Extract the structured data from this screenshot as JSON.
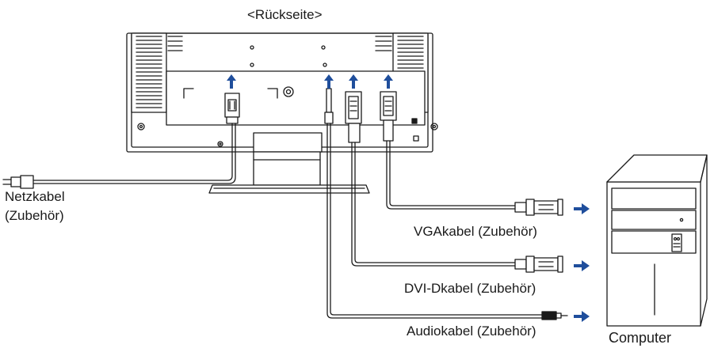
{
  "title": "<Rückseite>",
  "labels": {
    "power_cable_line1": "Netzkabel",
    "power_cable_line2": "(Zubehör)",
    "vga_cable": "VGAkabel (Zubehör)",
    "dvi_cable": "DVI-Dkabel (Zubehör)",
    "audio_cable": "Audiokabel (Zubehör)",
    "computer": "Computer"
  },
  "colors": {
    "line": "#1a1a1a",
    "arrow": "#1f4e9c",
    "fill": "#ffffff"
  }
}
